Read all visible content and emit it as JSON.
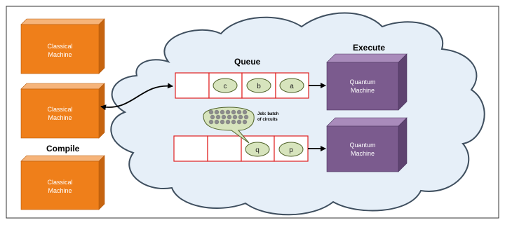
{
  "headings": {
    "queue": "Queue",
    "execute": "Execute",
    "compile": "Compile"
  },
  "classical_machines": [
    {
      "line1": "Classical",
      "line2": "Machine"
    },
    {
      "line1": "Classical",
      "line2": "Machine"
    },
    {
      "line1": "Classical",
      "line2": "Machine"
    }
  ],
  "quantum_machines": [
    {
      "line1": "Quantum",
      "line2": "Machine"
    },
    {
      "line1": "Quantum",
      "line2": "Machine"
    }
  ],
  "queue_top": [
    "",
    "c",
    "b",
    "a"
  ],
  "queue_bottom": [
    "",
    "",
    "q",
    "p"
  ],
  "job_callout": {
    "line1": "Job: batch",
    "line2": "of circuits"
  },
  "colors": {
    "classical_fill": "#ef7f1a",
    "classical_top": "#f6b47a",
    "classical_side": "#c6640f",
    "quantum_fill": "#7b5b8e",
    "quantum_top": "#a98bbb",
    "quantum_side": "#5e4370",
    "cloud_fill": "#e6eff8",
    "cloud_stroke": "#3f4f5f",
    "queue_stroke": "#e02020",
    "token_fill": "#d7e4bd",
    "token_stroke": "#4f6228",
    "circuit_dot": "#8c8c8c"
  }
}
